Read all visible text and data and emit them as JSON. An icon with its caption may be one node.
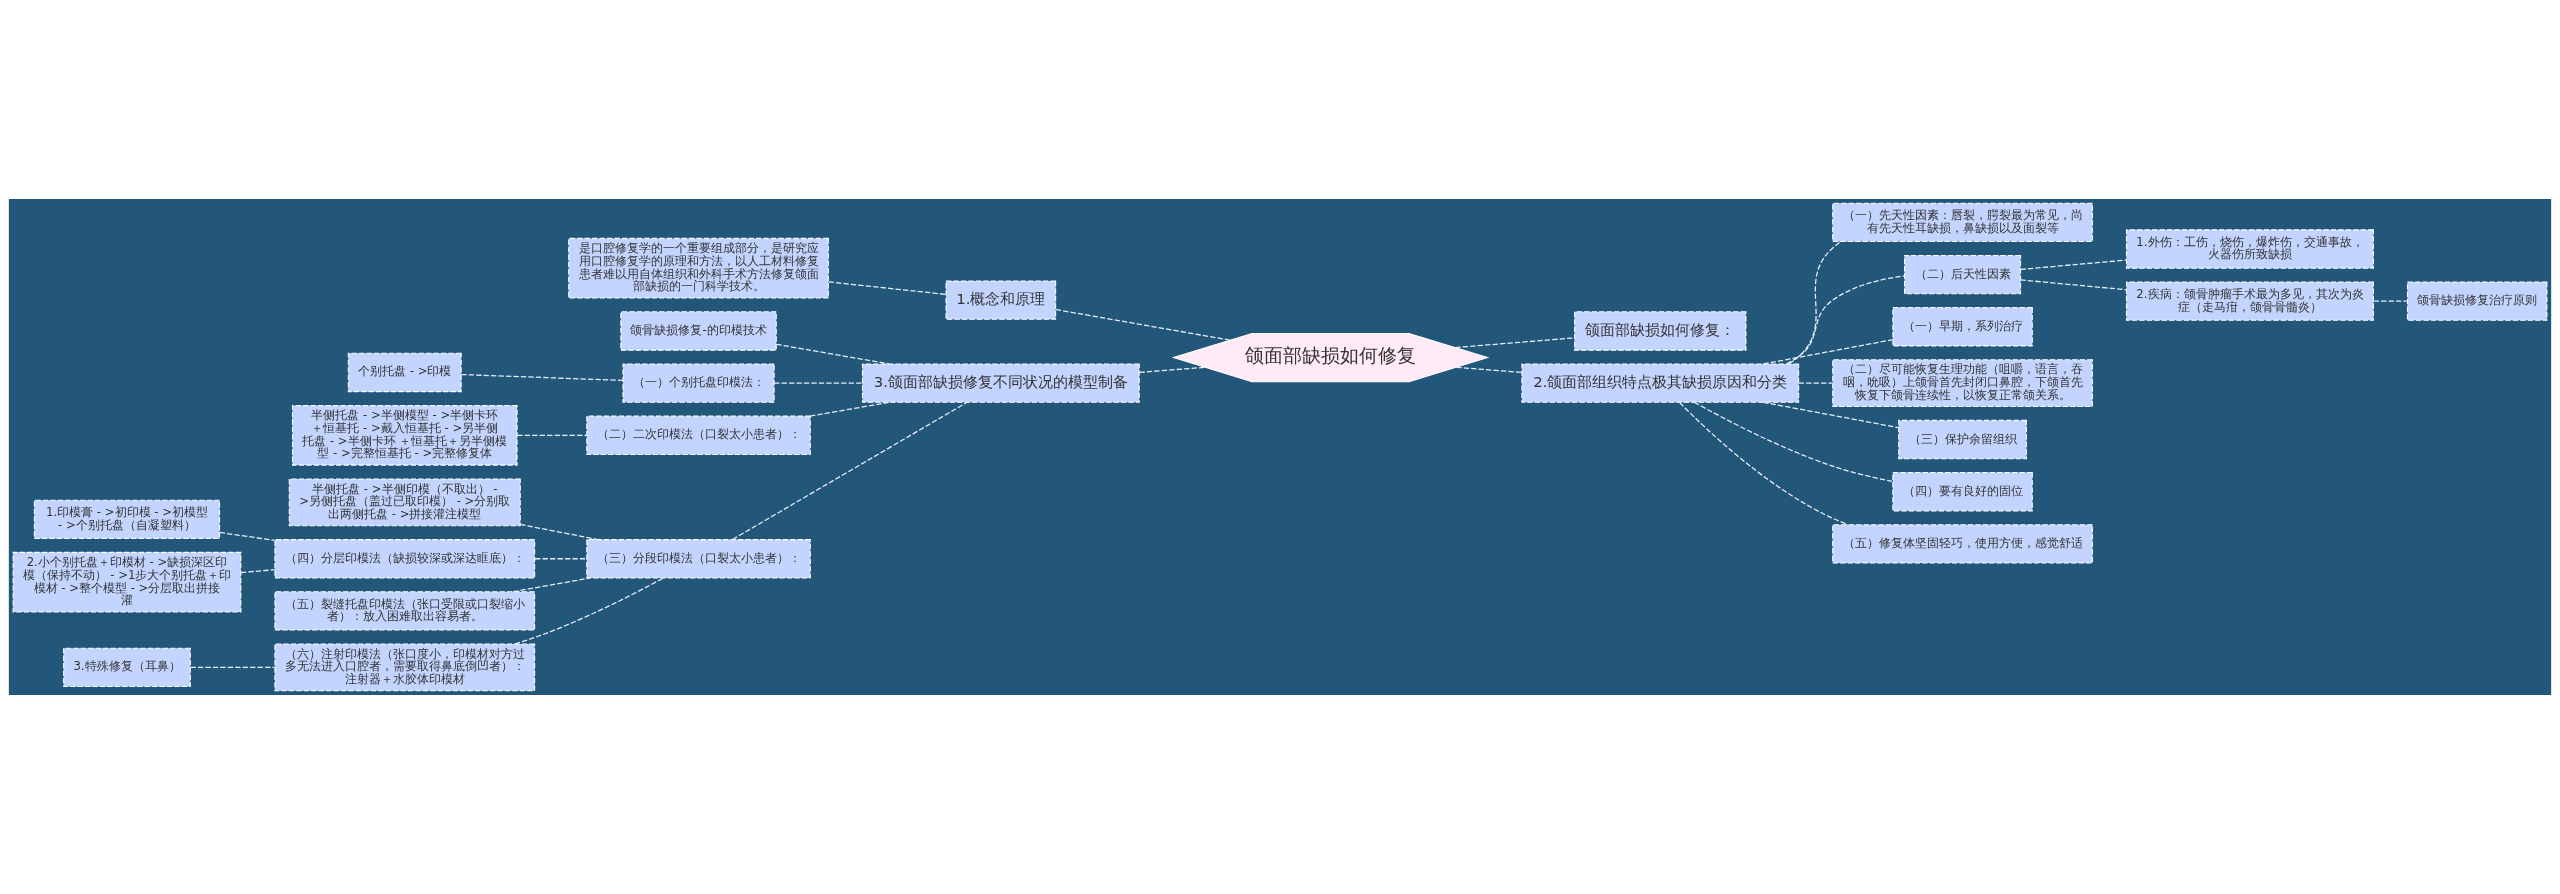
{
  "diagram": {
    "nodes": [
      {
        "text": [
          "颌面部缺损如何修复"
        ]
      },
      {
        "text": [
          "1.概念和原理"
        ]
      },
      {
        "text": [
          "是口腔修复学的一个重要组成部分，是研究应用口腔修复学的原理和方法，以人工材料修复患者难以用自体组织和外科手术方法修复颌面部缺损的一门科学技术。"
        ]
      },
      {
        "text": [
          "3.颌面部缺损修复不同状况的模型制备"
        ]
      },
      {
        "text": [
          "颌骨缺损修复-的印模技术"
        ]
      },
      {
        "text": [
          "（一）个别托盘印模法："
        ]
      },
      {
        "text": [
          "个别托盘 - >印模"
        ]
      },
      {
        "text": [
          "（二）二次印模法（口裂太小患者）："
        ]
      },
      {
        "text": [
          "半侧托盘 - >半侧模型 - >半侧卡环＋恒基托 - >戴入恒基托 - >另半侧托盘 - >半侧卡环 ＋恒基托＋另半侧模型 - >完整恒基托 - >完整修复体"
        ]
      },
      {
        "text": [
          "（三）分段印模法（口裂太小患者）："
        ]
      },
      {
        "text": [
          "半侧托盘 - >半侧印模（不取出） - >另侧托盘（盖过已取印模） - >分别取出两侧托盘 - >拼接灌注模型"
        ]
      },
      {
        "text": [
          "（四）分层印模法（缺损较深或深达眶底）："
        ]
      },
      {
        "text": [
          "1.印模膏 - >初印模 - >初模型 - >个别托盘（自凝塑料）"
        ]
      },
      {
        "text": [
          "2.小个别托盘＋印模材 - >缺损深区印模（保持不动） - >1步大个别托盘＋印模材 - >整个模型 - >分层取出拼接灌"
        ]
      },
      {
        "text": [
          "（五）裂缝托盘印模法（张口受限或口裂缩小者）：放入困难取出容易者。"
        ]
      },
      {
        "text": [
          "（六）注射印模法（张口度小，印模材对方过多无法进入口腔者，需要取得鼻底倒凹者）：注射器＋水胶体印模材"
        ]
      },
      {
        "text": [
          "3.特殊修复（耳鼻）"
        ]
      },
      {
        "text": [
          "颌面部缺损如何修复："
        ]
      },
      {
        "text": [
          "2.颌面部组织特点极其缺损原因和分类"
        ]
      },
      {
        "text": [
          "（一）先天性因素：唇裂，腭裂最为常见，尚有先天性耳缺损，鼻缺损以及面裂等"
        ]
      },
      {
        "text": [
          "（二）后天性因素"
        ]
      },
      {
        "text": [
          "1.外伤：工伤，烧伤，爆炸伤，交通事故，火器伤所致缺损"
        ]
      },
      {
        "text": [
          "2.疾病：颌骨肿瘤手术最为多见，其次为炎症（走马疳，颌骨骨髓炎）"
        ]
      },
      {
        "text": [
          "颌骨缺损修复治疗原则"
        ]
      },
      {
        "text": [
          "（一）早期，系列治疗"
        ]
      },
      {
        "text": [
          "（二）尽可能恢复生理功能（咀嚼，语言，吞咽，吮吸）上颌骨首先封闭口鼻腔，下颌首先恢复下颌骨连续性，以恢复正常颌关系。"
        ]
      },
      {
        "text": [
          "（三）保护余留组织"
        ]
      },
      {
        "text": [
          "（四）要有良好的固位"
        ]
      },
      {
        "text": [
          "（五）修复体坚固轻巧，使用方便，感觉舒适"
        ]
      }
    ],
    "edges": [
      {
        "from": 0,
        "to": 1,
        "arrow": "none",
        "style": "dashed"
      },
      {
        "from": 1,
        "to": 2,
        "arrow": "none",
        "style": "dashed"
      },
      {
        "from": 0,
        "to": 3,
        "arrow": "none",
        "style": "dashed"
      },
      {
        "from": 3,
        "to": 4,
        "arrow": "none",
        "style": "dashed"
      },
      {
        "from": 3,
        "to": 5,
        "arrow": "none",
        "style": "dashed"
      },
      {
        "from": 5,
        "to": 6,
        "arrow": "none",
        "style": "dashed"
      },
      {
        "from": 3,
        "to": 7,
        "arrow": "none",
        "style": "dashed"
      },
      {
        "from": 7,
        "to": 8,
        "arrow": "none",
        "style": "dashed"
      },
      {
        "from": 3,
        "to": 9,
        "arrow": "none",
        "style": "dashed"
      },
      {
        "from": 9,
        "to": 10,
        "arrow": "none",
        "style": "dashed"
      },
      {
        "from": 9,
        "to": 11,
        "arrow": "none",
        "style": "dashed"
      },
      {
        "from": 11,
        "to": 12,
        "arrow": "none",
        "style": "dashed"
      },
      {
        "from": 11,
        "to": 13,
        "arrow": "none",
        "style": "dashed"
      },
      {
        "from": 9,
        "to": 14,
        "arrow": "none",
        "style": "dashed"
      },
      {
        "from": 9,
        "to": 15,
        "arrow": "none",
        "style": "dashed"
      },
      {
        "from": 15,
        "to": 16,
        "arrow": "none",
        "style": "dashed"
      },
      {
        "from": 0,
        "to": 17,
        "arrow": "none",
        "style": "dashed"
      },
      {
        "from": 0,
        "to": 18,
        "arrow": "none",
        "style": "dashed"
      },
      {
        "from": 18,
        "to": 19,
        "arrow": "none",
        "style": "dashed"
      },
      {
        "from": 18,
        "to": 20,
        "arrow": "none",
        "style": "dashed"
      },
      {
        "from": 20,
        "to": 21,
        "arrow": "none",
        "style": "dashed"
      },
      {
        "from": 20,
        "to": 22,
        "arrow": "none",
        "style": "dashed"
      },
      {
        "from": 22,
        "to": 23,
        "arrow": "none",
        "style": "dashed"
      },
      {
        "from": 18,
        "to": 24,
        "arrow": "none",
        "style": "dashed"
      },
      {
        "from": 18,
        "to": 25,
        "arrow": "none",
        "style": "dashed"
      },
      {
        "from": 18,
        "to": 26,
        "arrow": "none",
        "style": "dashed"
      },
      {
        "from": 18,
        "to": 27,
        "arrow": "none",
        "style": "dashed"
      },
      {
        "from": 18,
        "to": 28,
        "arrow": "none",
        "style": "dashed"
      }
    ]
  }
}
